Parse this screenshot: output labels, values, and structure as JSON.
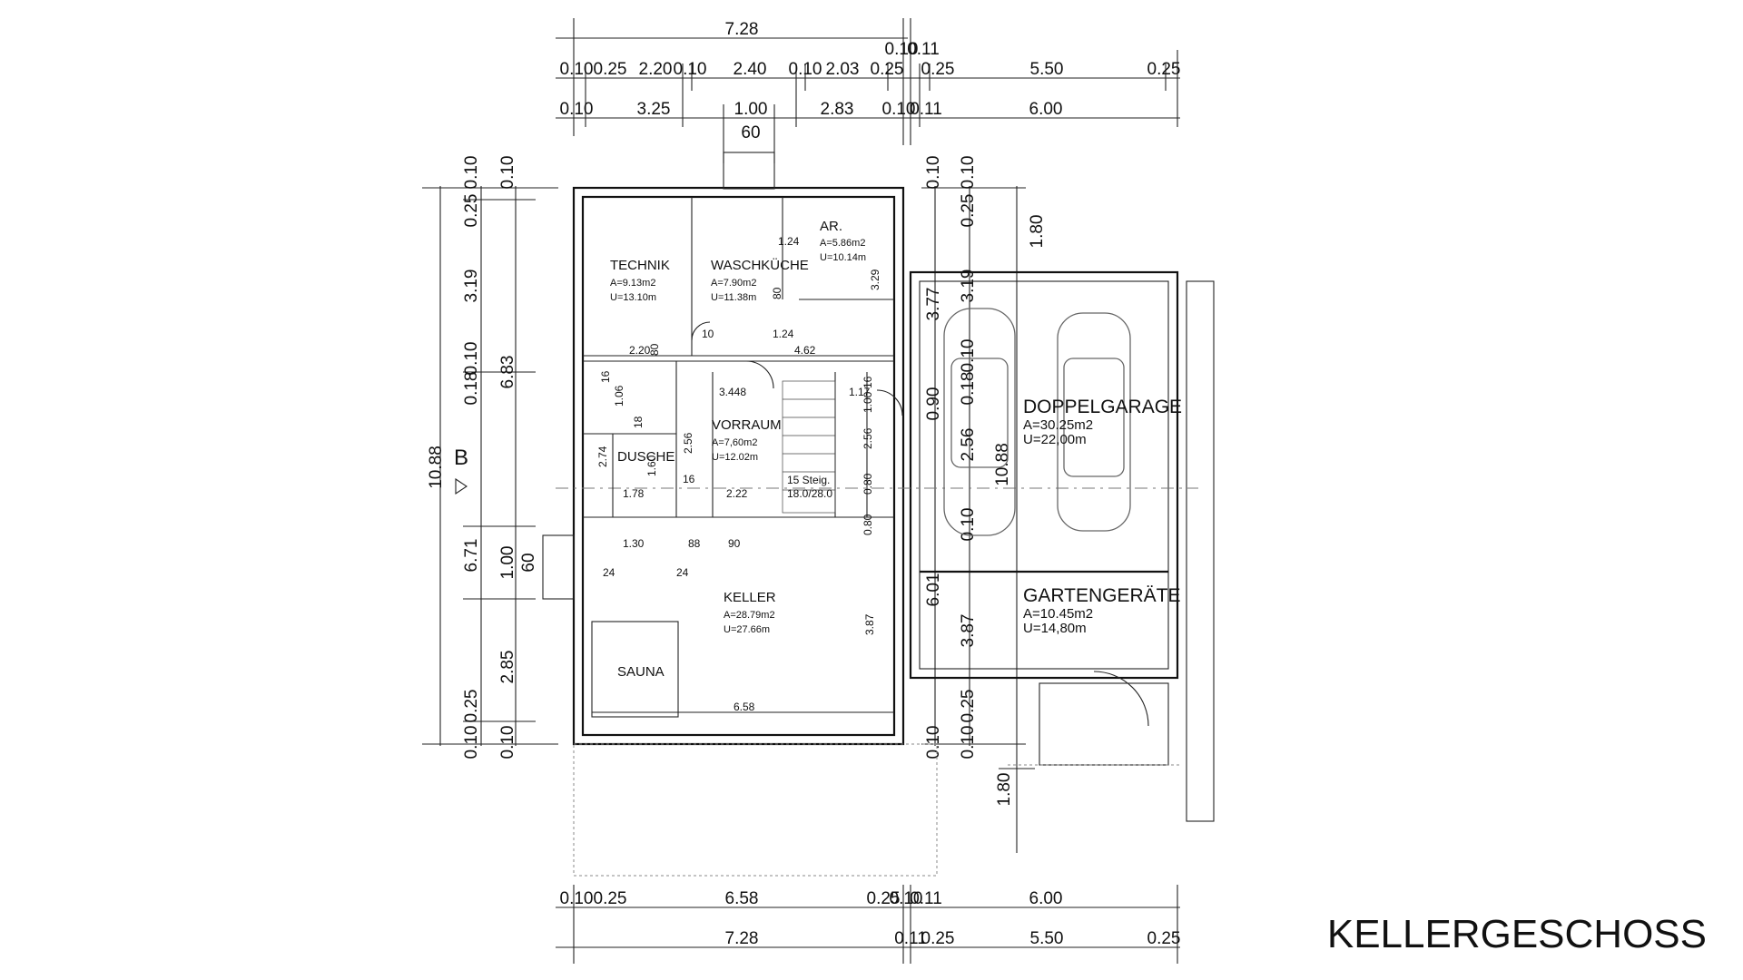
{
  "title": "KELLERGESCHOSS",
  "section_marker": "B",
  "dims": {
    "top_overall": "7.28",
    "top_r1": [
      "0.10",
      "0.25",
      "2.20",
      "0.10",
      "2.40",
      "0.10",
      "2.03",
      "0.25",
      "0.10",
      "0.11",
      "0.25",
      "5.50",
      "0.25"
    ],
    "top_r2": [
      "0.10",
      "3.25",
      "1.00",
      "2.83",
      "0.10",
      "0.11",
      "6.00"
    ],
    "top_60": "60",
    "bottom_r1": [
      "0.10",
      "0.25",
      "6.58",
      "0.25",
      "0.10",
      "0.11",
      "6.00"
    ],
    "bottom_r2": [
      "7.28",
      "0.11",
      "0.25",
      "5.50",
      "0.25"
    ],
    "left_outer": "10.88",
    "left_mid": [
      "0.10",
      "0.25",
      "3.19",
      "0.10",
      "0.18",
      "6.83",
      "6.71",
      "1.00",
      "2.85",
      "0.25",
      "0.10"
    ],
    "left_inner": [
      "0.10",
      "60",
      "0.10"
    ],
    "right_a": [
      "0.10",
      "3.77",
      "0.90",
      "6.01",
      "0.10"
    ],
    "right_b": [
      "0.10",
      "0.25",
      "3.19",
      "0.10",
      "0.18",
      "2.56",
      "0.10",
      "3.87",
      "0.25",
      "0.10"
    ],
    "right_c": [
      "1.80",
      "10.88",
      "1.80"
    ],
    "inner": [
      "1.24",
      "3.29",
      "80",
      "10",
      "1.24",
      "4.62",
      "2.20",
      "80",
      "16",
      "3.448",
      "1.17",
      "16",
      "1.06",
      "18",
      "2.74",
      "1.60",
      "2.56",
      "16",
      "1.78",
      "2.22",
      "15 Steig.",
      "18.0/28.0",
      "1.30",
      "88",
      "90",
      "24",
      "24",
      "3.87",
      "6.58",
      "2.56",
      "1.00",
      "0.80",
      "0.80"
    ]
  },
  "rooms": [
    {
      "name": "TECHNIK",
      "area": "A=9.13m2",
      "perimeter": "U=13.10m"
    },
    {
      "name": "WASCHKÜCHE",
      "area": "A=7.90m2",
      "perimeter": "U=11.38m"
    },
    {
      "name": "AR.",
      "area": "A=5.86m2",
      "perimeter": "U=10.14m"
    },
    {
      "name": "VORRAUM",
      "area": "A=7,60m2",
      "perimeter": "U=12.02m"
    },
    {
      "name": "DUSCHE"
    },
    {
      "name": "KELLER",
      "area": "A=28.79m2",
      "perimeter": "U=27.66m"
    },
    {
      "name": "SAUNA"
    },
    {
      "name": "DOPPELGARAGE",
      "area": "A=30.25m2",
      "perimeter": "U=22,00m"
    },
    {
      "name": "GARTENGERÄTE",
      "area": "A=10.45m2",
      "perimeter": "U=14,80m"
    }
  ]
}
